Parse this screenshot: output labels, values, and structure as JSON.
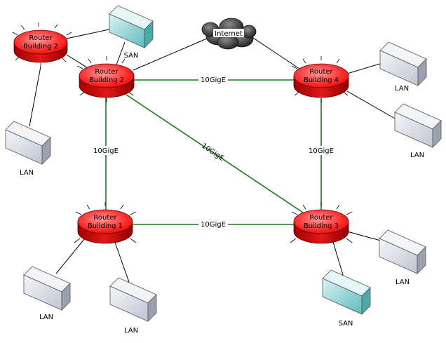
{
  "colors": {
    "background": "#ffffff",
    "link_plain": "#000000",
    "link_10g": "#1a7a1a",
    "router_top": "#ff4040",
    "router_side": "#cc0000",
    "box_gray": "#d6dbe6",
    "box_teal": "#6ec6c8",
    "cloud": "#3a3a3a"
  },
  "routers": {
    "r1": {
      "line1": "Router",
      "line2": "Building 1",
      "icon": "router-icon"
    },
    "r2a": {
      "line1": "Router",
      "line2": "Building 2",
      "icon": "router-icon"
    },
    "r2b": {
      "line1": "Router",
      "line2": "Building 2",
      "icon": "router-icon"
    },
    "r3": {
      "line1": "Router",
      "line2": "Building 3",
      "icon": "router-icon"
    },
    "r4": {
      "line1": "Router",
      "line2": "Building 4",
      "icon": "router-icon"
    }
  },
  "internet": {
    "label": "Internet",
    "icon": "cloud-icon"
  },
  "devices": {
    "lan_b1_left": "LAN",
    "lan_b1_right": "LAN",
    "lan_b2": "LAN",
    "lan_b3": "LAN",
    "lan_b4_top": "LAN",
    "lan_b4_bottom": "LAN",
    "san_b2": "SAN",
    "san_b3": "SAN"
  },
  "links": {
    "b2_b4": "10GigE",
    "b2_b1": "10GigE",
    "b2_b3": "10GigE",
    "b4_b3": "10GigE",
    "b1_b3": "10GigE"
  }
}
